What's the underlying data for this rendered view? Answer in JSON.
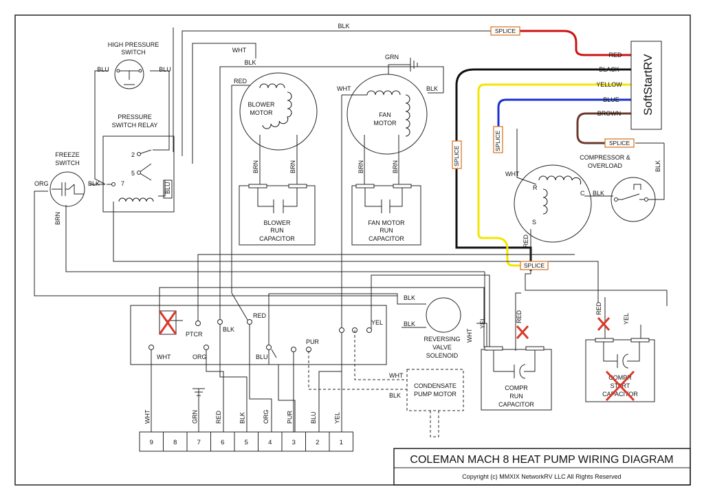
{
  "title": {
    "main": "COLEMAN MACH 8 HEAT PUMP WIRING DIAGRAM",
    "copyright": "Copyright (c) MMXIX NetworkRV LLC All Rights Reserved"
  },
  "colors": {
    "red": "#cc1111",
    "black": "#111111",
    "yellow": "#f2e600",
    "blue": "#1a2fd0",
    "brown": "#6b3a2a",
    "splice_border": "#d9782a",
    "xmark": "#d9382a"
  },
  "softstart": {
    "label": "SoftStartRV",
    "wires": [
      "RED",
      "BLACK",
      "YELLOW",
      "BLUE",
      "BROWN"
    ]
  },
  "splice": "SPLICE",
  "components": {
    "high_pressure_switch": {
      "line1": "HIGH PRESSURE",
      "line2": "SWITCH",
      "left": "BLU",
      "right": "BLU"
    },
    "pressure_relay": {
      "line1": "PRESSURE",
      "line2": "SWITCH RELAY",
      "t2": "2",
      "t5": "5",
      "t7": "7",
      "blu": "BLU",
      "blk": "BLK"
    },
    "freeze_switch": {
      "line1": "FREEZE",
      "line2": "SWITCH",
      "org": "ORG",
      "brn": "BRN"
    },
    "blower_motor": {
      "line1": "BLOWER",
      "line2": "MOTOR",
      "red": "RED",
      "brn_l": "BRN",
      "brn_r": "BRN"
    },
    "blower_cap": {
      "line1": "BLOWER",
      "line2": "RUN",
      "line3": "CAPACITOR"
    },
    "fan_motor": {
      "line1": "FAN",
      "line2": "MOTOR",
      "grn": "GRN",
      "wht": "WHT",
      "blk": "BLK",
      "brn_l": "BRN",
      "brn_r": "BRN"
    },
    "fan_cap": {
      "line1": "FAN MOTOR",
      "line2": "RUN",
      "line3": "CAPACITOR"
    },
    "compressor": {
      "line1": "COMPRESSOR &",
      "line2": "OVERLOAD",
      "r": "R",
      "c": "C",
      "s": "S",
      "wht": "WHT",
      "blk": "BLK",
      "blk2": "BLK",
      "red": "RED"
    },
    "reversing_valve": {
      "line1": "REVERSING",
      "line2": "VALVE",
      "line3": "SOLENOID",
      "blk_top": "BLK",
      "blk_mid": "BLK",
      "yel": "YEL"
    },
    "condensate_pump": {
      "line1": "CONDENSATE",
      "line2": "PUMP MOTOR",
      "wht": "WHT",
      "blk": "BLK"
    },
    "compr_run_cap": {
      "line1": "COMPR",
      "line2": "RUN",
      "line3": "CAPACITOR",
      "wht": "WHT",
      "yel": "YEL",
      "red": "RED"
    },
    "compr_start_cap": {
      "line1": "COMPR",
      "line2": "START",
      "line3": "CAPACITOR",
      "red": "RED",
      "yel": "YEL"
    },
    "control_board": {
      "ptcr": "PTCR",
      "wht": "WHT",
      "org": "ORG",
      "blk": "BLK",
      "red": "RED",
      "blu": "BLU",
      "pur": "PUR",
      "yel": "YEL"
    }
  },
  "wire_labels": {
    "blk_top": "BLK",
    "wht_top": "WHT",
    "blk_2": "BLK"
  },
  "terminal_block": {
    "terminals": [
      "9",
      "8",
      "7",
      "6",
      "5",
      "4",
      "3",
      "2",
      "1"
    ],
    "wire_colors": [
      "WHT",
      "",
      "GRN",
      "RED",
      "BLK",
      "ORG",
      "PUR",
      "BLU",
      "YEL"
    ]
  }
}
